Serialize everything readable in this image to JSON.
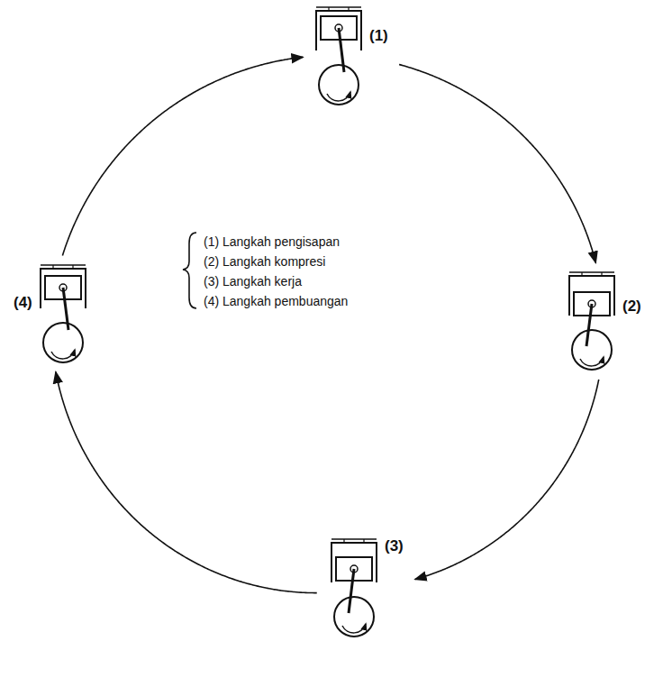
{
  "diagram": {
    "nodes": [
      {
        "text": [
          "(1)"
        ]
      },
      {
        "text": [
          "(2)"
        ]
      },
      {
        "text": [
          "(3)"
        ]
      },
      {
        "text": [
          "(4)"
        ]
      }
    ],
    "edges": [
      {
        "from": 0,
        "to": 1,
        "arrow": "to"
      },
      {
        "from": 1,
        "to": 2,
        "arrow": "to"
      },
      {
        "from": 2,
        "to": 3,
        "arrow": "to"
      },
      {
        "from": 3,
        "to": 0,
        "arrow": "to"
      }
    ],
    "labels": [
      "(1) Langkah pengisapan",
      "(2) Langkah kompresi",
      "(3) Langkah kerja",
      "(4) Langkah pembuangan"
    ]
  }
}
